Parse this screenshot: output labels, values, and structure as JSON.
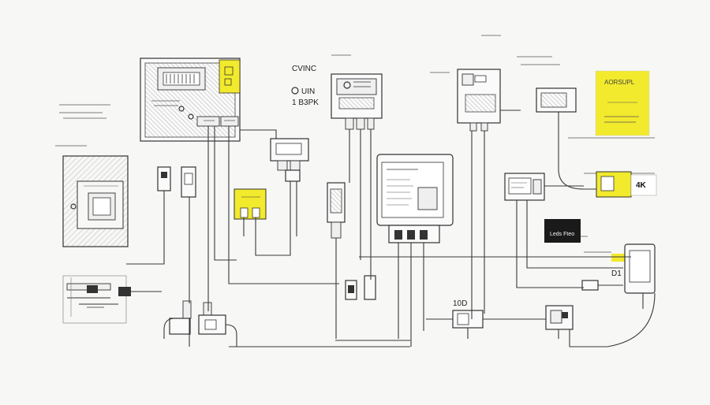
{
  "labels": {
    "cvinc": "CVINC",
    "uin": "UIN",
    "b3pk": "1 B3PK",
    "aorsupl": "AORSUPL",
    "k4": "4K",
    "leds": "Leds Fteo",
    "d1": "D1",
    "num10d": "10D"
  },
  "colors": {
    "accent": "#f2ea2c",
    "ink": "#333333",
    "paper": "#f7f7f5",
    "dark_block": "#1a1a1a"
  }
}
